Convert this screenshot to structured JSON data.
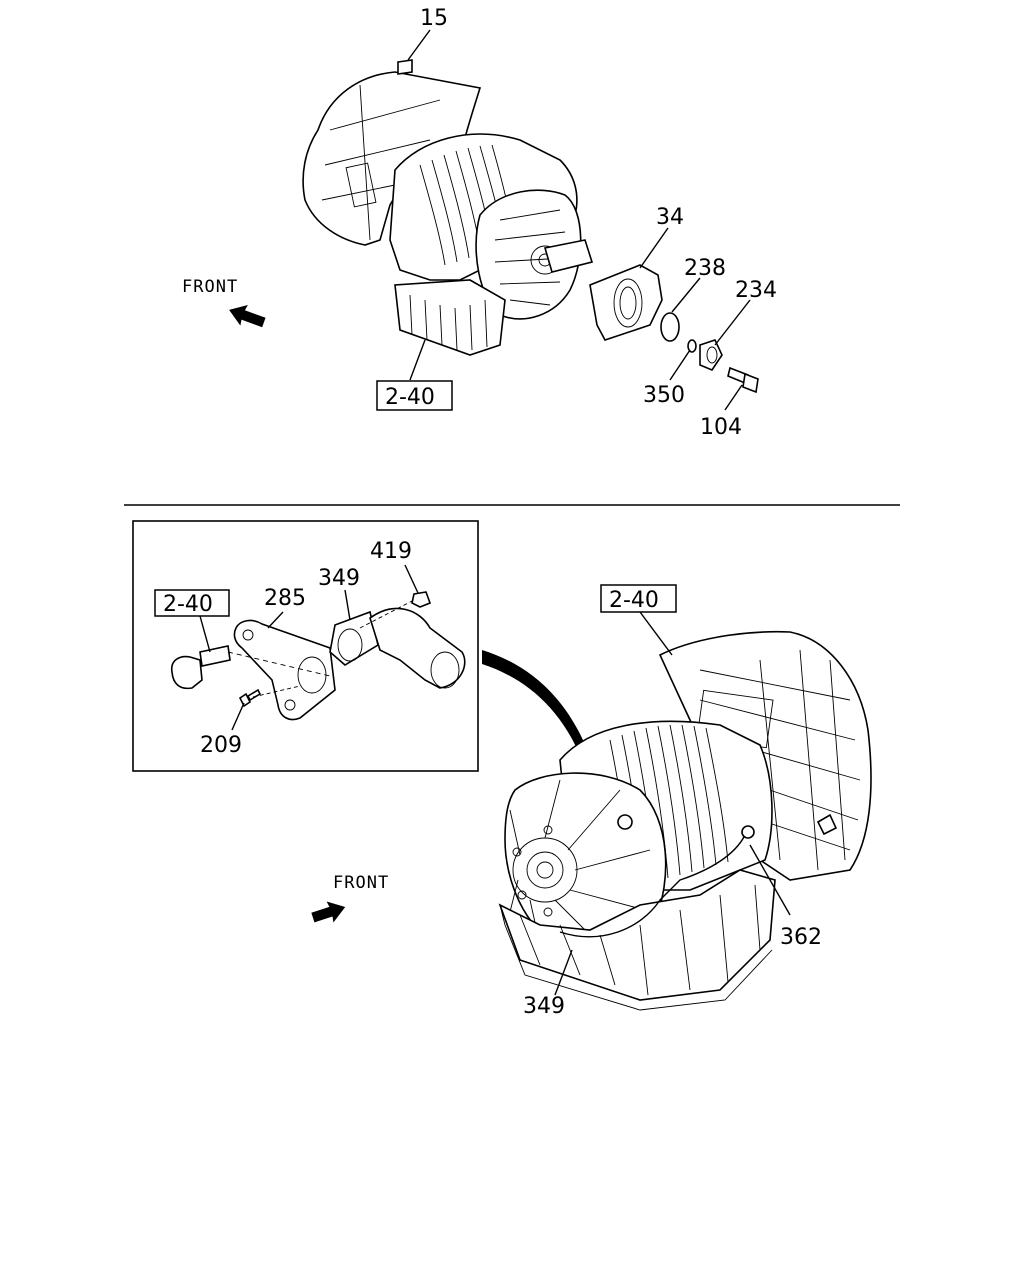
{
  "top_view": {
    "front_label": "FRONT",
    "ref_box": "2-40",
    "callouts": {
      "p15": "15",
      "p34": "34",
      "p238": "238",
      "p234": "234",
      "p350": "350",
      "p104": "104"
    }
  },
  "inset": {
    "ref_box": "2-40",
    "callouts": {
      "p419": "419",
      "p349": "349",
      "p285": "285",
      "p209": "209"
    }
  },
  "bottom_view": {
    "front_label": "FRONT",
    "ref_box": "2-40",
    "callouts": {
      "p362": "362",
      "p349": "349"
    }
  },
  "icons": [
    "front-arrow-icon",
    "front-arrow-icon"
  ]
}
